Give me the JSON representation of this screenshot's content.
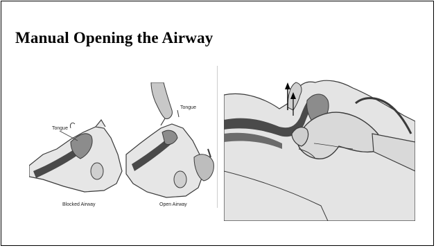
{
  "slide": {
    "title": "Manual Opening the Airway"
  },
  "left_figure": {
    "blocked": {
      "tongue_label": "Tongue",
      "caption": "Blocked Airway"
    },
    "open": {
      "tongue_label": "Tongue",
      "caption": "Open Airway"
    }
  },
  "colors": {
    "airway_dark": "#4a4a4a",
    "tissue_mid": "#8c8c8c",
    "skin_light": "#d9d9d9",
    "outline": "#3a3a3a"
  }
}
